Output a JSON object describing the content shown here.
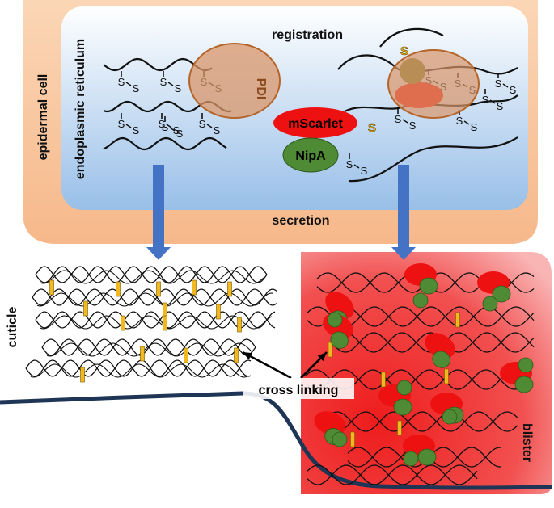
{
  "labels": {
    "registration": "registration",
    "secretion": "secretion",
    "epidermal_cell": "epidermal cell",
    "endoplasmic_reticulum": "endoplasmic reticulum",
    "cuticle": "cuticle",
    "blister": "blister",
    "cross_linking": "cross linking",
    "pdi": "PDI",
    "mscarlet": "mScarlet",
    "nipa": "NipA",
    "s": "S"
  },
  "colors": {
    "cell_outer": "#f7c39a",
    "er_top": "#ffffff",
    "er_bottom": "#9ec3ea",
    "blister_fill": "#f22b2b",
    "blister_light": "#f7a3a3",
    "arrow_blue": "#4472c4",
    "pdi_fill": "#d9956a",
    "pdi_stroke": "#b5652a",
    "mscarlet": "#ee1111",
    "nipa": "#4f8a35",
    "crosslink": "#f2b820",
    "skin_line": "#1f3556"
  }
}
